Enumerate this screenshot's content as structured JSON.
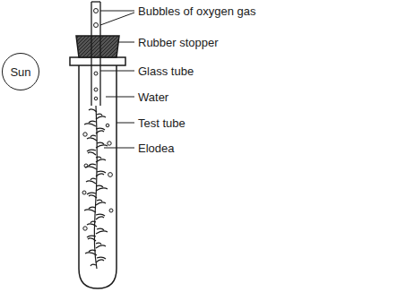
{
  "diagram": {
    "nodes": [
      {
        "text": [
          "Sun"
        ]
      }
    ],
    "labels": [
      "Bubbles of oxygen gas",
      "Rubber stopper",
      "Glass tube",
      "Water",
      "Test tube",
      "Elodea"
    ]
  }
}
